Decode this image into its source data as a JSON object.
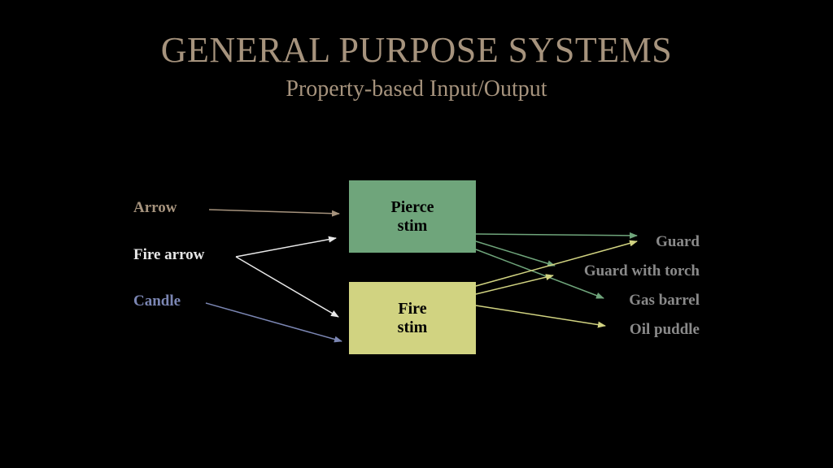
{
  "slide": {
    "title": "GENERAL PURPOSE SYSTEMS",
    "subtitle": "Property-based Input/Output"
  },
  "inputs": [
    {
      "id": "arrow",
      "label": "Arrow",
      "color": "#a6937d"
    },
    {
      "id": "fire-arrow",
      "label": "Fire arrow",
      "color": "#e8e8e8"
    },
    {
      "id": "candle",
      "label": "Candle",
      "color": "#7b86b3"
    }
  ],
  "stims": [
    {
      "id": "pierce",
      "label": "Pierce\nstim",
      "color": "#6fa57b"
    },
    {
      "id": "fire",
      "label": "Fire\nstim",
      "color": "#d1d381"
    }
  ],
  "outputs": [
    {
      "id": "guard",
      "label": "Guard",
      "color": "#8a8a8a"
    },
    {
      "id": "guard-with-torch",
      "label": "Guard with torch",
      "color": "#8a8a8a"
    },
    {
      "id": "gas-barrel",
      "label": "Gas barrel",
      "color": "#8a8a8a"
    },
    {
      "id": "oil-puddle",
      "label": "Oil puddle",
      "color": "#8a8a8a"
    }
  ],
  "connections": [
    {
      "from": "arrow",
      "to": "pierce"
    },
    {
      "from": "fire-arrow",
      "to": "pierce"
    },
    {
      "from": "fire-arrow",
      "to": "fire"
    },
    {
      "from": "candle",
      "to": "fire"
    },
    {
      "from": "pierce",
      "to": "guard"
    },
    {
      "from": "pierce",
      "to": "guard-with-torch"
    },
    {
      "from": "pierce",
      "to": "gas-barrel"
    },
    {
      "from": "fire",
      "to": "guard"
    },
    {
      "from": "fire",
      "to": "guard-with-torch"
    },
    {
      "from": "fire",
      "to": "oil-puddle"
    }
  ]
}
